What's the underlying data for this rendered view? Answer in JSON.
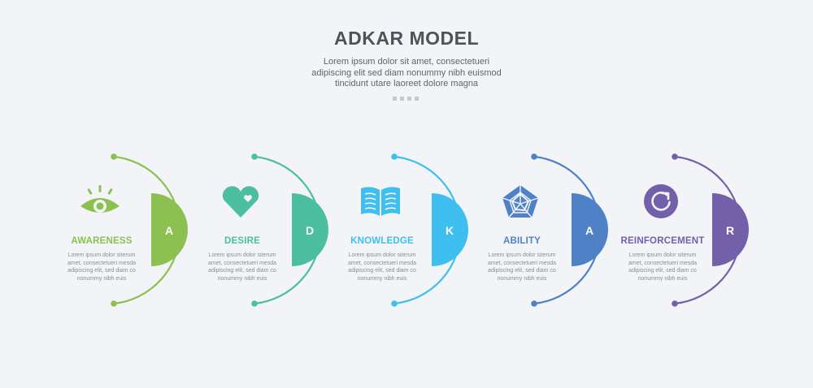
{
  "header": {
    "title": "ADKAR MODEL",
    "subtitle_lines": [
      "Lorem ipsum dolor sit amet, consectetueri",
      "adipiscing elit sed diam nonummy nibh euismod",
      "tincidunt utare laoreet dolore magna"
    ]
  },
  "stages": [
    {
      "letter": "A",
      "label": "AWARENESS",
      "icon": "eye-icon",
      "color": "#8cc152",
      "desc_lines": [
        "Lorem ipsum dolor siterum",
        "amet, consectetueri mesda",
        "adipiscing elit, sed diam co",
        "nonummy nibh euis"
      ]
    },
    {
      "letter": "D",
      "label": "DESIRE",
      "icon": "heart-icon",
      "color": "#4bbfa0",
      "desc_lines": [
        "Lorem ipsum dolor siterum",
        "amet, consectetueri mesda",
        "adipiscing elit, sed diam co",
        "nonummy nibh euis"
      ]
    },
    {
      "letter": "K",
      "label": "KNOWLEDGE",
      "icon": "open-book-icon",
      "color": "#3fbfef",
      "desc_lines": [
        "Lorem ipsum dolor siterum",
        "amet, consectetueri mesda",
        "adipiscing elit, sed diam co",
        "nonummy nibh euis"
      ]
    },
    {
      "letter": "A",
      "label": "ABILITY",
      "icon": "radar-chart-icon",
      "color": "#4f81c7",
      "desc_lines": [
        "Lorem ipsum dolor siterum",
        "amet, consectetueri mesda",
        "adipiscing elit, sed diam co",
        "nonummy nibh euis"
      ]
    },
    {
      "letter": "R",
      "label": "REINFORCEMENT",
      "icon": "refresh-icon",
      "color": "#7360aa",
      "desc_lines": [
        "Lorem ipsum dolor siterum",
        "amet, consectetueri mesda",
        "adipiscing elit, sed diam co",
        "nonummy nibh euis"
      ]
    }
  ],
  "side_id": "1211234614"
}
